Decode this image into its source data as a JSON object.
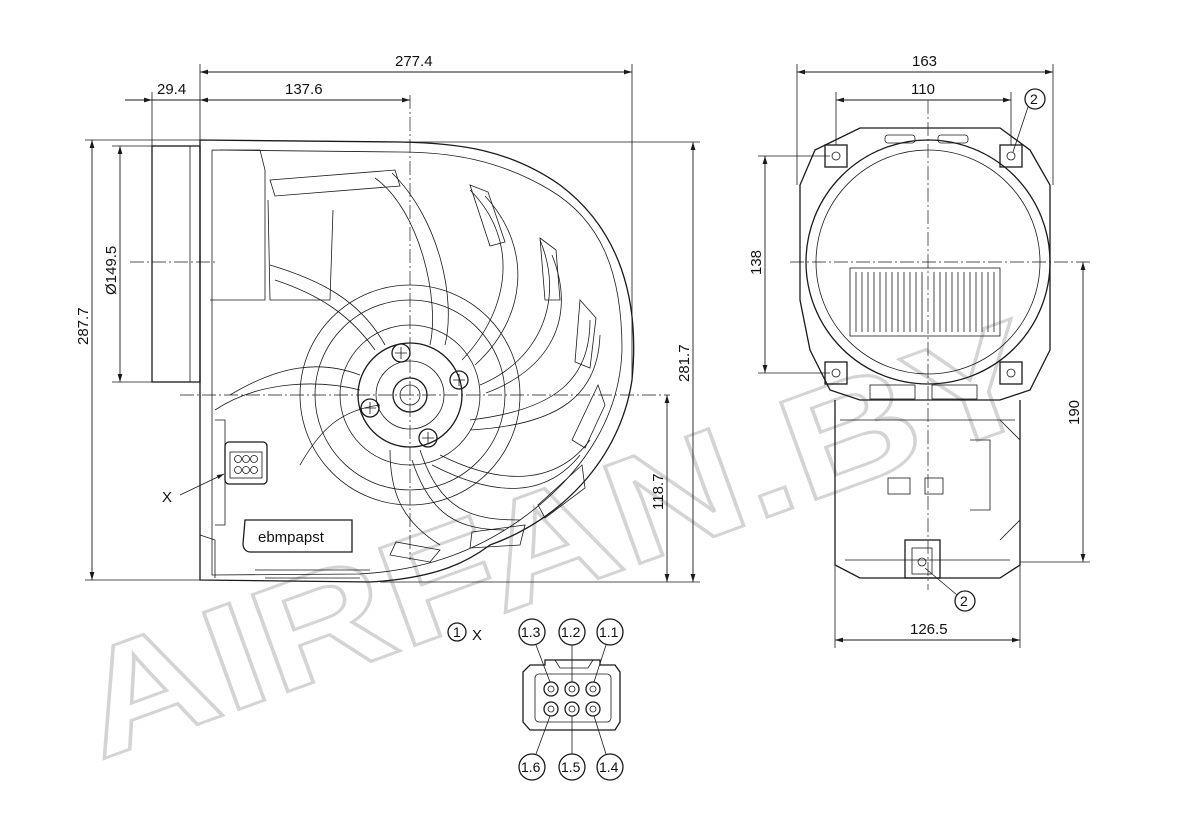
{
  "dimensions": {
    "total_width": "277.4",
    "inlet_depth": "29.4",
    "to_axis": "137.6",
    "overall_height": "287.7",
    "inlet_diameter": "Ø149.5",
    "right_height": "281.7",
    "axis_height": "118.7",
    "side_width": "163",
    "hole_spacing": "110",
    "side_hole_height": "138",
    "side_height": "190",
    "base_width": "126.5"
  },
  "labels": {
    "connector_marker": "X",
    "brand": "ebmpapst",
    "detail_num": "1",
    "detail_x": "X",
    "ref_circle": "2"
  },
  "pins": {
    "p13": "1.3",
    "p12": "1.2",
    "p11": "1.1",
    "p16": "1.6",
    "p15": "1.5",
    "p14": "1.4"
  },
  "watermark": "AIRFAN.BY"
}
